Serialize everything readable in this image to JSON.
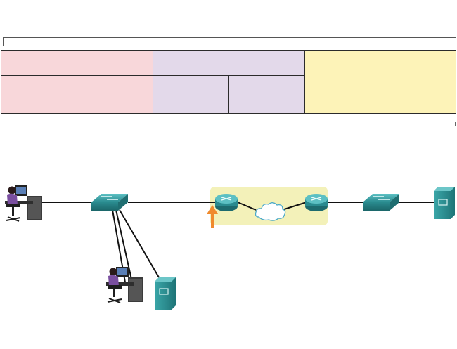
{
  "diagram": {
    "header_table": {
      "row1": [
        "",
        "",
        ""
      ],
      "row2": [
        "",
        "",
        "",
        ""
      ]
    },
    "colors": {
      "pink": "#f8d7da",
      "lilac": "#e3d9ea",
      "yellow": "#fdf3b8",
      "wan_area": "#f3f1b9",
      "router": "#2f8a8e",
      "switch": "#2f8f95",
      "server": "#2a8f91",
      "person": "#7a4fa0",
      "arrow": "#f08a2c"
    },
    "nodes": [
      {
        "id": "pc-left",
        "icon": "workstation-icon"
      },
      {
        "id": "switch-left",
        "icon": "switch-icon"
      },
      {
        "id": "pc-bottom",
        "icon": "workstation-icon"
      },
      {
        "id": "server-bottom",
        "icon": "server-icon"
      },
      {
        "id": "router-left",
        "icon": "router-icon"
      },
      {
        "id": "cloud",
        "icon": "cloud-icon"
      },
      {
        "id": "router-right",
        "icon": "router-icon"
      },
      {
        "id": "switch-right",
        "icon": "switch-icon"
      },
      {
        "id": "server-right",
        "icon": "server-icon"
      }
    ],
    "links": [
      [
        "pc-left",
        "switch-left"
      ],
      [
        "switch-left",
        "router-left"
      ],
      [
        "switch-left",
        "pc-bottom"
      ],
      [
        "switch-left",
        "server-bottom"
      ],
      [
        "router-left",
        "cloud"
      ],
      [
        "cloud",
        "router-right"
      ],
      [
        "router-right",
        "switch-right"
      ],
      [
        "switch-right",
        "server-right"
      ]
    ],
    "highlight_arrow": {
      "points_to": "router-left",
      "icon": "up-arrow-icon"
    }
  }
}
